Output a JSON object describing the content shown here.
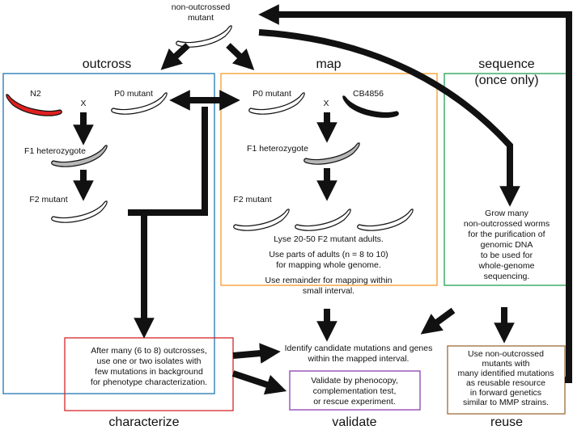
{
  "top": {
    "label_line1": "non-outcrossed",
    "label_line2": "mutant"
  },
  "outcross": {
    "heading": "outcross",
    "color": "#1f77b4",
    "n2": "N2",
    "cross": "X",
    "p0": "P0 mutant",
    "f1": "F1 heterozygote",
    "f2": "F2 mutant"
  },
  "map": {
    "heading": "map",
    "color": "#f59b2a",
    "p0": "P0 mutant",
    "cross": "X",
    "cb": "CB4856",
    "f1": "F1 heterozygote",
    "f2": "F2 mutant",
    "lines": [
      "Lyse 20-50 F2 mutant adults.",
      "",
      "Use parts of adults (n = 8 to 10)",
      "for mapping whole genome.",
      "",
      "Use remainder for mapping within",
      "small interval."
    ]
  },
  "sequence": {
    "heading1": "sequence",
    "heading2": "(once only)",
    "color": "#20a050",
    "lines": [
      "Grow many",
      "non-outcrossed worms",
      "for the purification of",
      "genomic DNA",
      "to be used for",
      "whole-genome",
      "sequencing."
    ]
  },
  "characterize": {
    "heading": "characterize",
    "color": "#d62728",
    "lines": [
      "After many (6 to 8) outcrosses,",
      "use one or two isolates with",
      "few mutations in background",
      "for phenotype characterization."
    ]
  },
  "identify": {
    "lines": [
      "Identify candidate mutations and genes",
      "within the mapped interval."
    ]
  },
  "validate": {
    "heading": "validate",
    "color": "#8b3fb0",
    "lines": [
      "Validate by phenocopy,",
      "complementation test,",
      "or rescue experiment."
    ]
  },
  "reuse": {
    "heading": "reuse",
    "color": "#9c6b3c",
    "lines": [
      "Use non-outcrossed",
      "mutants with",
      "many identified mutations",
      "as reusable resource",
      "in forward genetics",
      "similar to MMP strains."
    ]
  },
  "worm_colors": {
    "n2": "#e02020",
    "f1": "#b8b8b8",
    "cb": "#111111",
    "plain": "#ffffff"
  }
}
